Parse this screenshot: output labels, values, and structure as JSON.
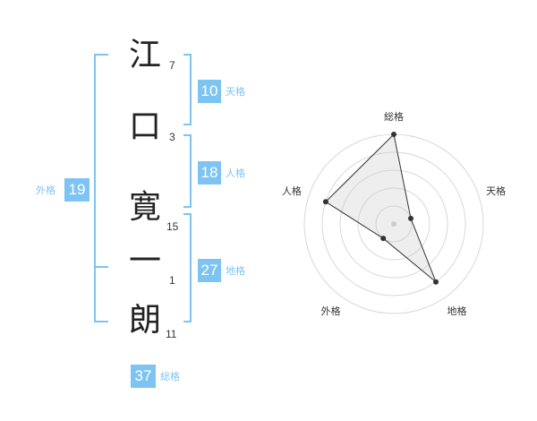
{
  "name": [
    {
      "char": "江",
      "strokes": "7"
    },
    {
      "char": "口",
      "strokes": "3"
    },
    {
      "char": "寛",
      "strokes": "15"
    },
    {
      "char": "一",
      "strokes": "1"
    },
    {
      "char": "朗",
      "strokes": "11"
    }
  ],
  "kaku": {
    "ten": {
      "label": "天格",
      "value": "10"
    },
    "jin": {
      "label": "人格",
      "value": "18"
    },
    "chi": {
      "label": "地格",
      "value": "27"
    },
    "gai": {
      "label": "外格",
      "value": "19"
    },
    "sou": {
      "label": "総格",
      "value": "37"
    }
  },
  "colors": {
    "accent": "#7ec4f2",
    "text": "#222222"
  },
  "chart_data": {
    "type": "radar",
    "axes": [
      "総格",
      "天格",
      "地格",
      "外格",
      "人格"
    ],
    "values": [
      5,
      1,
      4,
      1,
      4
    ],
    "rings": 5,
    "max": 5
  }
}
